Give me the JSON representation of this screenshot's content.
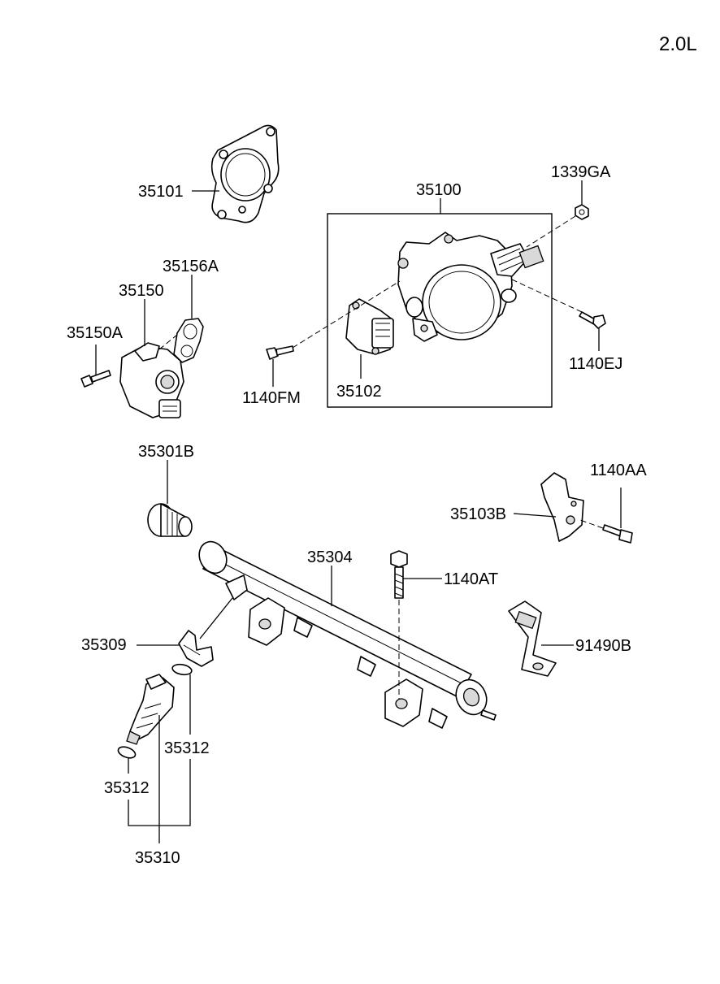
{
  "engine_label": "2.0L",
  "labels": {
    "l35101": "35101",
    "l35100": "35100",
    "l1339GA": "1339GA",
    "l35156A": "35156A",
    "l35150": "35150",
    "l35150A": "35150A",
    "l1140FM": "1140FM",
    "l35102": "35102",
    "l1140EJ": "1140EJ",
    "l35301B": "35301B",
    "l1140AA": "1140AA",
    "l35103B": "35103B",
    "l35304": "35304",
    "l1140AT": "1140AT",
    "l35309": "35309",
    "l91490B": "91490B",
    "l35312a": "35312",
    "l35312b": "35312",
    "l35310": "35310"
  }
}
